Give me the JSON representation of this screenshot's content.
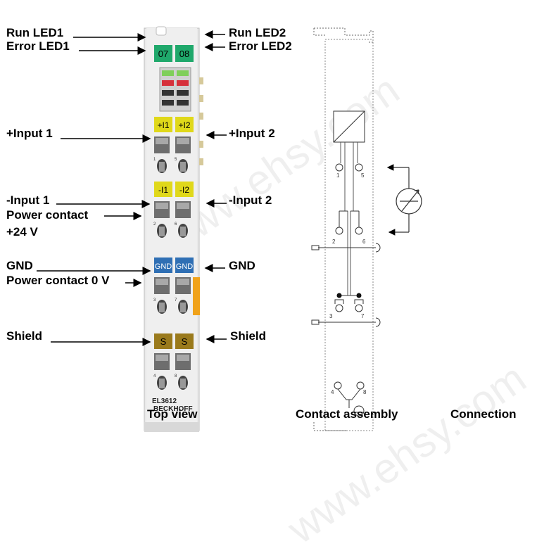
{
  "labels": {
    "run_led1": "Run LED1",
    "error_led1": "Error LED1",
    "run_led2": "Run LED2",
    "error_led2": "Error LED2",
    "plus_input1": "+Input 1",
    "plus_input2": "+Input 2",
    "minus_input1": "-Input 1",
    "minus_input2": "-Input 2",
    "power_contact": "Power contact",
    "plus_24v": "+24 V",
    "gnd_left": "GND",
    "gnd_right": "GND",
    "power_contact_0v": "Power contact 0 V",
    "shield_left": "Shield",
    "shield_right": "Shield"
  },
  "terminal": {
    "led1": "07",
    "led2": "08",
    "in1_plus": "+I1",
    "in2_plus": "+I2",
    "in1_minus": "-I1",
    "in2_minus": "-I2",
    "gnd1": "GND",
    "gnd2": "GND",
    "shield1": "S",
    "shield2": "S",
    "model": "EL3612",
    "brand": "BECKHOFF",
    "pins": [
      "1",
      "5",
      "2",
      "6",
      "3",
      "7",
      "4",
      "8"
    ]
  },
  "captions": {
    "top_view": "Top view",
    "contact_assembly": "Contact assembly",
    "connection": "Connection"
  },
  "watermark": "www.ehsy.com",
  "colors": {
    "led_green": "#1fa86b",
    "input_yellow": "#e0d81a",
    "gnd_blue": "#2f6fb4",
    "shield_brown": "#9a7a1c",
    "orange_contact": "#f0a21a"
  }
}
